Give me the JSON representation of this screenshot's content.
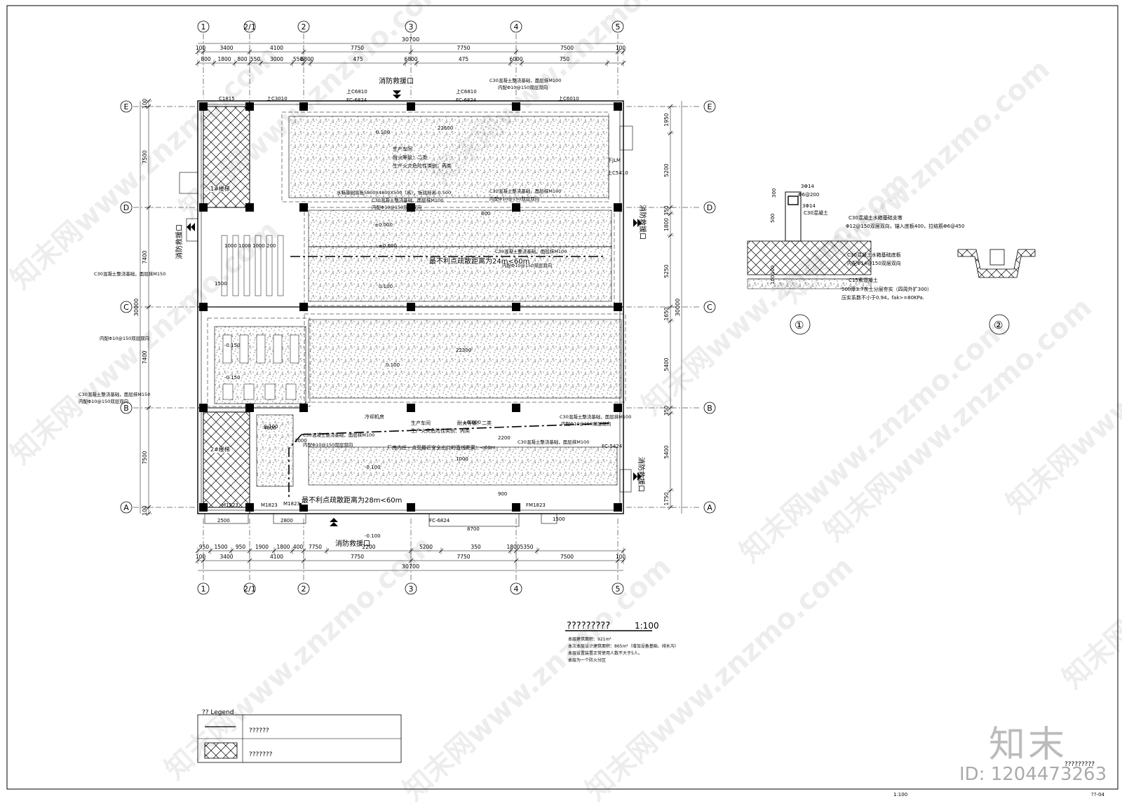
{
  "drawing": {
    "title": "?????????",
    "scale": "1:100",
    "notes": [
      "本层建筑面积：921m²",
      "本次本层设计建筑面积：865m²（增加设备基础、排水沟）",
      "本层设置装置正常使用人数不大于5人。",
      "本层为一个防火分区"
    ],
    "grid_cols": [
      "1",
      "2/1",
      "2",
      "3",
      "4",
      "5"
    ],
    "grid_rows": [
      "E",
      "D",
      "C",
      "B",
      "A"
    ],
    "total_width": "30700",
    "total_depth": "30000",
    "dims_top_1": [
      "100",
      "3400",
      "4100",
      "7750",
      "7750",
      "7500",
      "100"
    ],
    "dims_top_2": [
      "800",
      "1800",
      "800",
      "550",
      "3000",
      "550",
      "6800",
      "475",
      "6800",
      "475",
      "6000",
      "750"
    ],
    "dims_bottom_1": [
      "950",
      "1500",
      "950",
      "1900",
      "1800",
      "400",
      "7750",
      "2200",
      "5200",
      "350",
      "1800",
      "5350"
    ],
    "dims_bottom_2": [
      "100",
      "3400",
      "4100",
      "7750",
      "7750",
      "7500",
      "100"
    ],
    "dims_left": [
      "100",
      "7500",
      "7400",
      "7400",
      "7500",
      "100"
    ],
    "dims_right": [
      "1950",
      "5200",
      "350",
      "1800",
      "5250",
      "1650",
      "5400",
      "350",
      "5400",
      "1750"
    ],
    "fire_rescue": "消防救援口",
    "stair_label": "1#楼梯",
    "stair_label_2": "2#楼梯",
    "distance_1": "最不利点疏散距离为24m<60m",
    "distance_2": "最不利点疏散距离为28m<60m",
    "distance_3": "厂房内任一点至最近安全出口的直线距离：<60m",
    "room_notes": [
      "生产车间",
      "耐火等级：二类",
      "生产火灾危险性类别：丙类",
      "冷却机房"
    ],
    "elevations": [
      "±0.000",
      "-0.100",
      "0.100",
      "-0.150",
      "-0.500"
    ],
    "door_labels": [
      "C1815",
      "上C3010",
      "上C6810",
      "FC-6824",
      "上C6810",
      "FC-6824",
      "上C6010",
      "FC-6824",
      "下JLM",
      "M1823",
      "FM1823",
      "M1523",
      "M1823",
      "FC-5424",
      "上C5410",
      "8700",
      "2500",
      "2800",
      "1500"
    ],
    "foundation_notes": [
      "C30混凝土整浇基础，面层抹M100",
      "内配Φ10@150双层双向",
      "C30混凝土整浇基础，面层抹M150",
      "内配Φ10@150双层双向",
      "水箱基础底板5800X4800X500（高），板底标高-0.500"
    ],
    "dims_interior": [
      "22600",
      "22300",
      "1000",
      "1000",
      "1000",
      "1000",
      "200",
      "1500",
      "4800",
      "3000",
      "2200",
      "900",
      "800"
    ]
  },
  "detail_1": {
    "tag": "①",
    "notes": [
      "3Φ14",
      "Φ6@200",
      "3Φ14",
      "C30混凝土",
      "C30混凝土水箱基础支墩",
      "Φ12@150双层双向，锚入底板400，拉结筋Φ6@450",
      "C30混凝土水箱基础底板",
      "内配Φ14@150双层双向",
      "C15素混凝土",
      "500厚3:7灰土分层夯实（四周外扩300）",
      "压实系数不小于0.94，fak>=80KPa."
    ],
    "dims": [
      "300",
      "500",
      "100",
      "100"
    ]
  },
  "detail_2": {
    "tag": "②"
  },
  "legend": {
    "title": "?? Legend",
    "rows": [
      {
        "label": "??????"
      },
      {
        "label": "???????"
      }
    ]
  },
  "footer": {
    "scale": "1:100",
    "sheet": "??-04",
    "project": "?????????",
    "brand": "知末",
    "id": "ID: 1204473263"
  },
  "watermarks": [
    "知末网www.znzmo.com"
  ]
}
